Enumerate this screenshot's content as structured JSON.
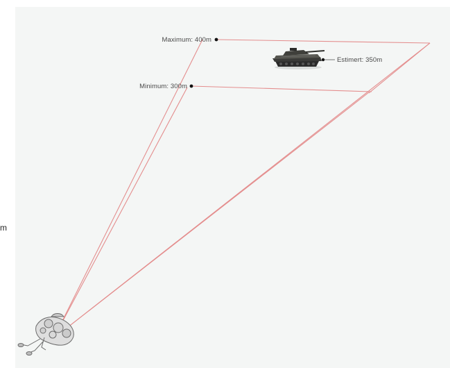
{
  "labels": {
    "maximum": "Maximum: 400m",
    "minimum": "Minimum: 300m",
    "estimate": "Estimert: 350m",
    "edge_fragment": "m"
  },
  "colors": {
    "background": "#ffffff",
    "panel": "#f4f6f5",
    "range_line": "#e48d8d",
    "marker": "#111111",
    "label_text": "#4a4a4a"
  },
  "icons": {
    "target": "tank-icon",
    "observer": "soldier-icon"
  }
}
